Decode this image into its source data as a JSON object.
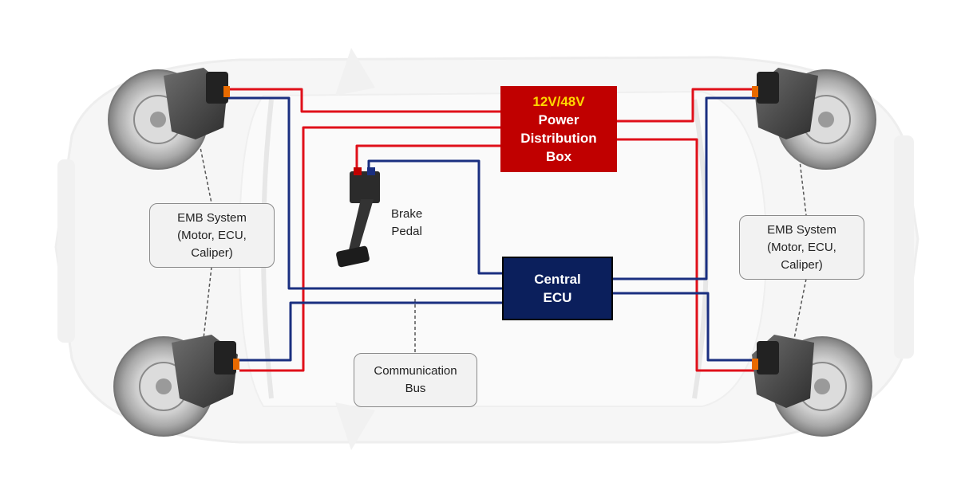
{
  "power_distribution_box": {
    "voltage": "12V/48V",
    "line1": "Power",
    "line2": "Distribution",
    "line3": "Box"
  },
  "central_ecu": {
    "line1": "Central",
    "line2": "ECU"
  },
  "brake_pedal": {
    "line1": "Brake",
    "line2": "Pedal"
  },
  "emb_left": {
    "line1": "EMB System",
    "line2": "(Motor, ECU,",
    "line3": "Caliper)"
  },
  "emb_right": {
    "line1": "EMB System",
    "line2": "(Motor, ECU,",
    "line3": "Caliper)"
  },
  "communication_bus": {
    "line1": "Communication",
    "line2": "Bus"
  },
  "colors": {
    "power_line": "#e0101a",
    "signal_line": "#1a2f80",
    "pdb_fill": "#c00000",
    "ecu_fill": "#0b1f5c",
    "voltage_text": "#ffd700"
  }
}
